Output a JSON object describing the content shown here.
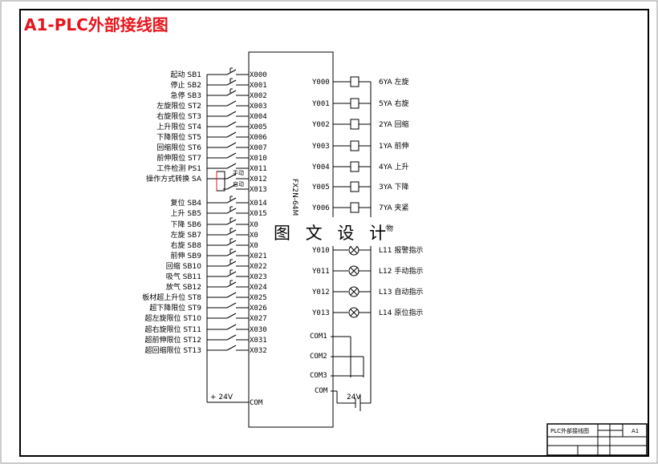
{
  "title": "A1-PLC外部接线图",
  "watermark": "图 文 设 计",
  "plc_model": "FX2N-64M",
  "inputs": [
    {
      "label": "起动 SB1",
      "addr": "X000"
    },
    {
      "label": "停止 SB2",
      "addr": "X001"
    },
    {
      "label": "急停 SB3",
      "addr": "X002"
    },
    {
      "label": "左旋限位 ST2",
      "addr": "X003"
    },
    {
      "label": "右旋限位 ST3",
      "addr": "X004"
    },
    {
      "label": "上升限位 ST4",
      "addr": "X005"
    },
    {
      "label": "下降限位 ST5",
      "addr": "X006"
    },
    {
      "label": "回缩限位 ST6",
      "addr": "X007"
    },
    {
      "label": "前伸限位 ST7",
      "addr": "X010"
    },
    {
      "label": "工件检测 PS1",
      "addr": "X011"
    },
    {
      "label": "操作方式转换 SA",
      "addr": "X012"
    },
    {
      "label": "",
      "addr": "X013"
    },
    {
      "label": "复位 SB4",
      "addr": "X014"
    },
    {
      "label": "上升 SB5",
      "addr": "X015"
    },
    {
      "label": "下降 SB6",
      "addr": "X0"
    },
    {
      "label": "左旋 SB7",
      "addr": "X0"
    },
    {
      "label": "右旋 SB8",
      "addr": "X0"
    },
    {
      "label": "前伸 SB9",
      "addr": "X021"
    },
    {
      "label": "回缩 SB10",
      "addr": "X022"
    },
    {
      "label": "吸气 SB11",
      "addr": "X023"
    },
    {
      "label": "放气 SB12",
      "addr": "X024"
    },
    {
      "label": "板材超上升位 ST8",
      "addr": "X025"
    },
    {
      "label": "超下降限位 ST9",
      "addr": "X026"
    },
    {
      "label": "超左旋限位 ST10",
      "addr": "X027"
    },
    {
      "label": "超右旋限位 ST11",
      "addr": "X030"
    },
    {
      "label": "超前伸限位 ST12",
      "addr": "X031"
    },
    {
      "label": "超回缩限位 ST13",
      "addr": "X032"
    }
  ],
  "sa_labels": {
    "manual": "手动",
    "auto": "自动"
  },
  "coil_outputs": [
    {
      "addr": "Y000",
      "label": "6YA 左旋"
    },
    {
      "addr": "Y001",
      "label": "5YA 右旋"
    },
    {
      "addr": "Y002",
      "label": "2YA 回缩"
    },
    {
      "addr": "Y003",
      "label": "1YA 前伸"
    },
    {
      "addr": "Y004",
      "label": "4YA 上升"
    },
    {
      "addr": "Y005",
      "label": "3YA 下降"
    },
    {
      "addr": "Y006",
      "label": "7YA 夹紧"
    },
    {
      "addr": "",
      "label": "松物"
    }
  ],
  "lamp_outputs": [
    {
      "addr": "Y010",
      "label": "L11 报警指示"
    },
    {
      "addr": "Y011",
      "label": "L12 手动指示"
    },
    {
      "addr": "Y012",
      "label": "L13 自动指示"
    },
    {
      "addr": "Y013",
      "label": "L14 原位指示"
    }
  ],
  "com_terminals": [
    "COM1",
    "COM2",
    "COM3",
    "COM"
  ],
  "input_supply": "+ 24V",
  "input_com": "COM",
  "output_supply": "24V",
  "title_block": {
    "name": "PLC外部接线图",
    "size": "A1"
  }
}
